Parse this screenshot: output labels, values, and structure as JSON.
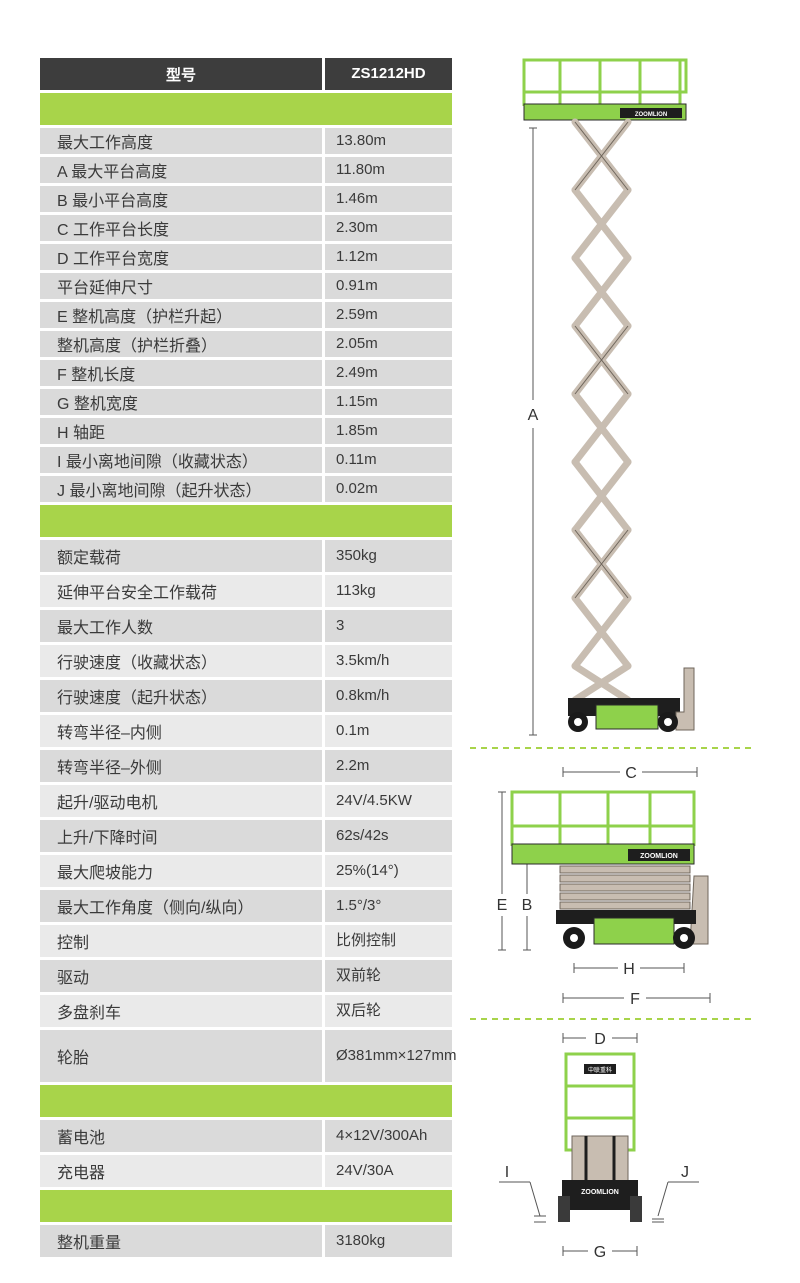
{
  "header": {
    "label": "型号",
    "model": "ZS1212HD"
  },
  "dimensions": [
    {
      "label": "最大工作高度",
      "value": "13.80m"
    },
    {
      "label": "A 最大平台高度",
      "value": "11.80m"
    },
    {
      "label": "B 最小平台高度",
      "value": "1.46m"
    },
    {
      "label": "C 工作平台长度",
      "value": "2.30m"
    },
    {
      "label": "D 工作平台宽度",
      "value": "1.12m"
    },
    {
      "label": "平台延伸尺寸",
      "value": "0.91m"
    },
    {
      "label": "E 整机高度（护栏升起）",
      "value": "2.59m"
    },
    {
      "label": "整机高度（护栏折叠）",
      "value": "2.05m"
    },
    {
      "label": "F 整机长度",
      "value": "2.49m"
    },
    {
      "label": "G 整机宽度",
      "value": "1.15m"
    },
    {
      "label": "H 轴距",
      "value": "1.85m"
    },
    {
      "label": "I 最小离地间隙（收藏状态）",
      "value": "0.11m"
    },
    {
      "label": "J 最小离地间隙（起升状态）",
      "value": "0.02m"
    }
  ],
  "performance": [
    {
      "label": "额定载荷",
      "value": "350kg"
    },
    {
      "label": "延伸平台安全工作载荷",
      "value": "113kg"
    },
    {
      "label": "最大工作人数",
      "value": "3"
    },
    {
      "label": "行驶速度（收藏状态）",
      "value": "3.5km/h"
    },
    {
      "label": "行驶速度（起升状态）",
      "value": "0.8km/h"
    },
    {
      "label": "转弯半径–内侧",
      "value": "0.1m"
    },
    {
      "label": "转弯半径–外侧",
      "value": "2.2m"
    },
    {
      "label": "起升/驱动电机",
      "value": "24V/4.5KW"
    },
    {
      "label": "上升/下降时间",
      "value": "62s/42s"
    },
    {
      "label": "最大爬坡能力",
      "value": "25%(14°)"
    },
    {
      "label": "最大工作角度（侧向/纵向）",
      "value": "1.5°/3°"
    },
    {
      "label": "控制",
      "value": "比例控制"
    },
    {
      "label": "驱动",
      "value": "双前轮"
    },
    {
      "label": "多盘刹车",
      "value": "双后轮"
    },
    {
      "label": "轮胎",
      "value": "Ø381mm×127mm"
    }
  ],
  "power": [
    {
      "label": "蓄电池",
      "value": "4×12V/300Ah"
    },
    {
      "label": "充电器",
      "value": "24V/30A"
    }
  ],
  "weight": [
    {
      "label": "整机重量",
      "value": "3180kg"
    }
  ],
  "diagram": {
    "brand": "ZOOMLION",
    "brand_cn": "中联重科",
    "labels": {
      "A": "A",
      "B": "B",
      "C": "C",
      "D": "D",
      "E": "E",
      "F": "F",
      "G": "G",
      "H": "H",
      "I": "I",
      "J": "J"
    }
  },
  "colors": {
    "accent_green": "#a8d44a",
    "header_dark": "#3d3d3d",
    "machine_green": "#8ed14b",
    "scissor_tan": "#c8bdb1",
    "cell_gray": "#dadada"
  }
}
